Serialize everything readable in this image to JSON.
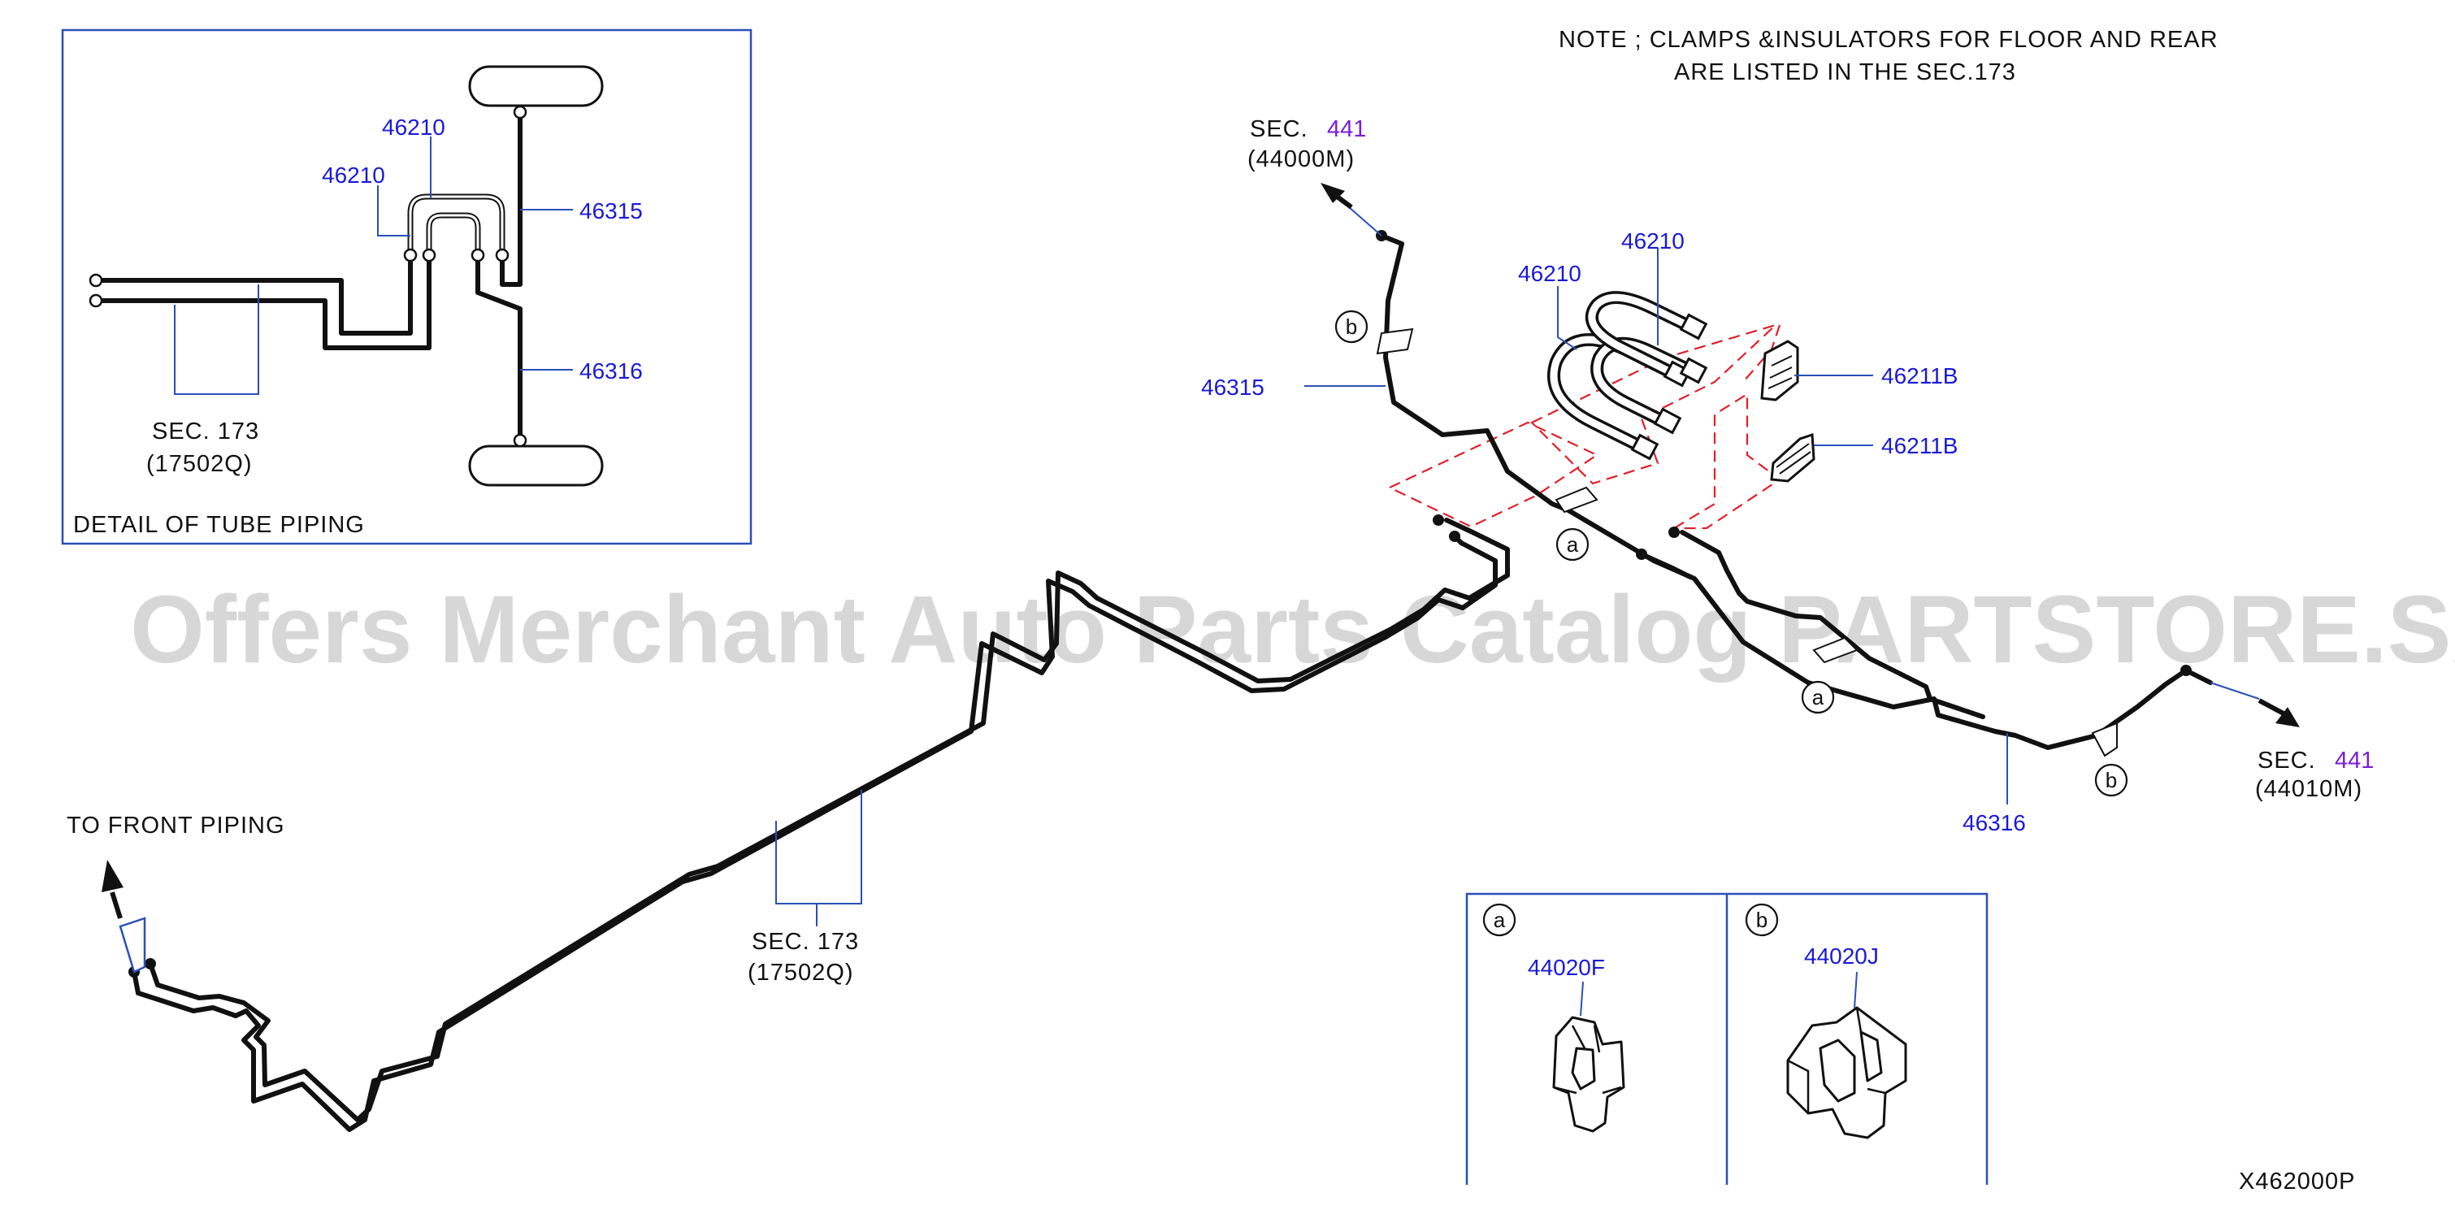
{
  "note": {
    "line1": "NOTE  ;  CLAMPS  &INSULATORS  FOR  FLOOR  AND  REAR",
    "line2": "ARE  LISTED  IN  THE  SEC.173"
  },
  "detail_box": {
    "caption": "DETAIL  OF  TUBE  PIPING",
    "part_a": "46210",
    "part_b": "46210",
    "part_c": "46315",
    "part_d": "46316",
    "sec_label": "SEC.  173",
    "sec_code": "(17502Q)"
  },
  "main": {
    "sec_top_label": "SEC.",
    "sec_top_num": "441",
    "sec_top_code": "(44000M)",
    "sec_right_label": "SEC.",
    "sec_right_num": "441",
    "sec_right_code": "(44010M)",
    "sec_mid_label": "SEC.  173",
    "sec_mid_code": "(17502Q)",
    "front_label": "TO  FRONT  PIPING",
    "p46210_a": "46210",
    "p46210_b": "46210",
    "p46211B_a": "46211B",
    "p46211B_b": "46211B",
    "p46315": "46315",
    "p46316": "46316",
    "callout_a": "a",
    "callout_b": "b"
  },
  "clip_panel": {
    "a_letter": "a",
    "a_part": "44020F",
    "b_letter": "b",
    "b_part": "44020J"
  },
  "diagram_code": "X462000P",
  "watermark": "Offers Merchant Auto Parts Catalog PARTSTORE.SA"
}
